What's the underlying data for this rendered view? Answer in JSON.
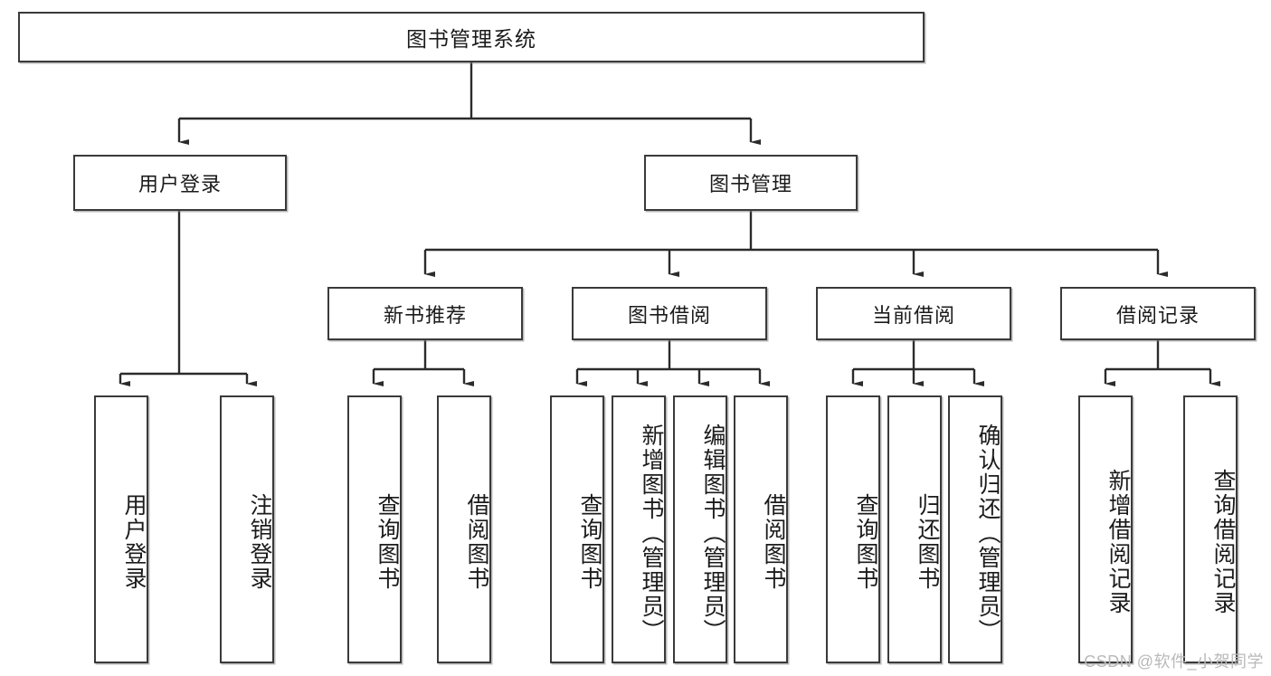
{
  "diagram": {
    "type": "tree",
    "title": "图书管理系统",
    "watermark": "CSDN @软件_小贺同学",
    "colors": {
      "box_border": "#3a3a3a",
      "box_fill": "#ffffff",
      "connector": "#2b2b2b",
      "watermark": "#b9b9b9"
    },
    "nodes": {
      "root": "图书管理系统",
      "user_login": "用户登录",
      "book_manage": "图书管理",
      "new_book_rec": "新书推荐",
      "book_borrow": "图书借阅",
      "current_borrow": "当前借阅",
      "borrow_record": "借阅记录",
      "leaf_user_login": "用户登录",
      "leaf_logout": "注销登录",
      "leaf_query_book_1": "查询图书",
      "leaf_borrow_book_1": "借阅图书",
      "leaf_query_book_2": "查询图书",
      "leaf_add_book_admin": "新增图书（管理员）",
      "leaf_edit_book_admin": "编辑图书（管理员）",
      "leaf_borrow_book_2": "借阅图书",
      "leaf_query_book_3": "查询图书",
      "leaf_return_book": "归还图书",
      "leaf_confirm_return_admin": "确认归还（管理员）",
      "leaf_add_record": "新增借阅记录",
      "leaf_query_record": "查询借阅记录"
    },
    "edges": [
      {
        "from": "root",
        "to": "user_login"
      },
      {
        "from": "root",
        "to": "book_manage"
      },
      {
        "from": "user_login",
        "to": "leaf_user_login"
      },
      {
        "from": "user_login",
        "to": "leaf_logout"
      },
      {
        "from": "book_manage",
        "to": "new_book_rec"
      },
      {
        "from": "book_manage",
        "to": "book_borrow"
      },
      {
        "from": "book_manage",
        "to": "current_borrow"
      },
      {
        "from": "book_manage",
        "to": "borrow_record"
      },
      {
        "from": "new_book_rec",
        "to": "leaf_query_book_1"
      },
      {
        "from": "new_book_rec",
        "to": "leaf_borrow_book_1"
      },
      {
        "from": "book_borrow",
        "to": "leaf_query_book_2"
      },
      {
        "from": "book_borrow",
        "to": "leaf_add_book_admin"
      },
      {
        "from": "book_borrow",
        "to": "leaf_edit_book_admin"
      },
      {
        "from": "book_borrow",
        "to": "leaf_borrow_book_2"
      },
      {
        "from": "current_borrow",
        "to": "leaf_query_book_3"
      },
      {
        "from": "current_borrow",
        "to": "leaf_return_book"
      },
      {
        "from": "current_borrow",
        "to": "leaf_confirm_return_admin"
      },
      {
        "from": "borrow_record",
        "to": "leaf_add_record"
      },
      {
        "from": "borrow_record",
        "to": "leaf_query_record"
      }
    ]
  }
}
